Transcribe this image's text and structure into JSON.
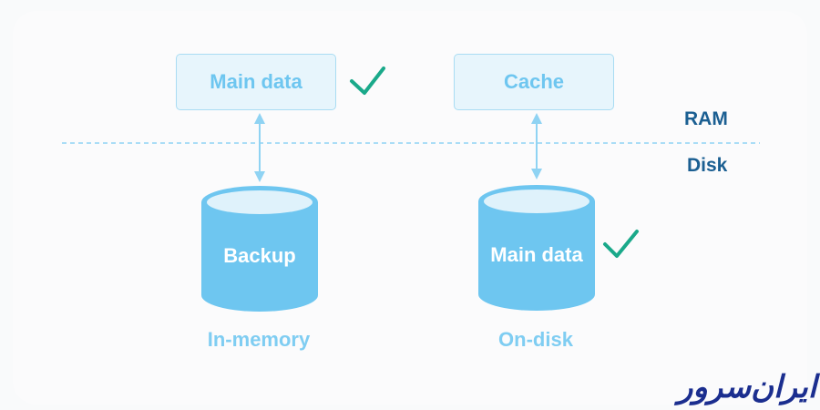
{
  "ram_boxes": {
    "left": "Main data",
    "right": "Cache"
  },
  "layers": {
    "top": "RAM",
    "bottom": "Disk"
  },
  "cylinders": {
    "left": "Backup",
    "right": "Main data"
  },
  "captions": {
    "left": "In-memory",
    "right": "On-disk"
  },
  "logo_text": "ایران‌سرور",
  "colors": {
    "cylinder": "#6ec6f0",
    "cylinder_top": "#dff2fb",
    "check": "#1aa98a",
    "arrow": "#8fd3f3",
    "divider": "#8fd3f3"
  }
}
